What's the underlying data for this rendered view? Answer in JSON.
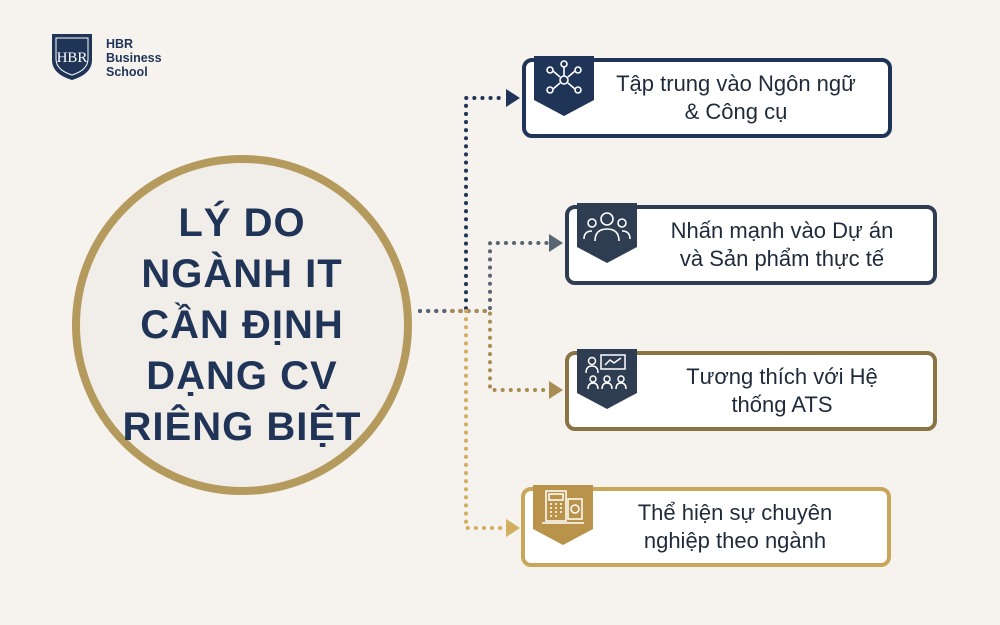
{
  "brand": {
    "line1": "HBR",
    "line2": "Business",
    "line3": "School",
    "monogram": "HBR"
  },
  "center": {
    "lines": [
      "LÝ DO",
      "NGÀNH IT",
      "CẦN ĐỊNH",
      "DẠNG CV",
      "RIÊNG BIỆT"
    ]
  },
  "cards": [
    {
      "line1": "Tập trung vào Ngôn ngữ",
      "line2": "& Công cụ",
      "icon": "network-people-icon",
      "color": "#1f3457"
    },
    {
      "line1": "Nhấn mạnh vào Dự án",
      "line2": "và Sản phẩm thực tế",
      "icon": "team-group-icon",
      "color": "#2f3d52"
    },
    {
      "line1": "Tương thích với Hệ",
      "line2": "thống ATS",
      "icon": "meeting-presentation-icon",
      "color": "#8a7443"
    },
    {
      "line1": "Thể hiện sự chuyên",
      "line2": "nghiệp theo ngành",
      "icon": "calculator-document-icon",
      "color": "#c9a65a"
    }
  ],
  "colors": {
    "navy": "#1f3457",
    "gold": "#b59a5e",
    "background": "#f6f3ef"
  }
}
